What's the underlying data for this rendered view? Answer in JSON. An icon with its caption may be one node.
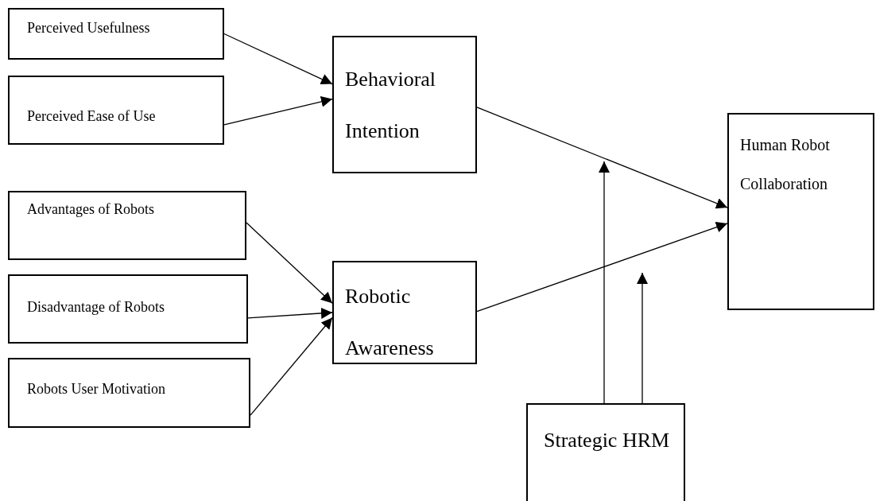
{
  "diagram": {
    "nodes": [
      {
        "text": [
          "Perceived Usefulness"
        ]
      },
      {
        "text": [
          "Perceived Ease of Use"
        ]
      },
      {
        "text": [
          "Advantages of Robots"
        ]
      },
      {
        "text": [
          "Disadvantage of Robots"
        ]
      },
      {
        "text": [
          "Robots User Motivation"
        ]
      },
      {
        "text": [
          "Behavioral Intention"
        ]
      },
      {
        "text": [
          "Robotic Awareness"
        ]
      },
      {
        "text": [
          "Human Robot Collaboration"
        ]
      },
      {
        "text": [
          "Strategic HRM"
        ]
      }
    ],
    "edges": [
      {
        "from": 0,
        "to": 5,
        "arrow": "to"
      },
      {
        "from": 1,
        "to": 5,
        "arrow": "to"
      },
      {
        "from": 2,
        "to": 6,
        "arrow": "to"
      },
      {
        "from": 3,
        "to": 6,
        "arrow": "to"
      },
      {
        "from": 4,
        "to": 6,
        "arrow": "to"
      },
      {
        "from": 5,
        "to": 7,
        "arrow": "to"
      },
      {
        "from": 6,
        "to": 7,
        "arrow": "to"
      },
      {
        "from": 8,
        "to": null,
        "arrow": "to"
      },
      {
        "from": 8,
        "to": null,
        "arrow": "to"
      }
    ]
  }
}
